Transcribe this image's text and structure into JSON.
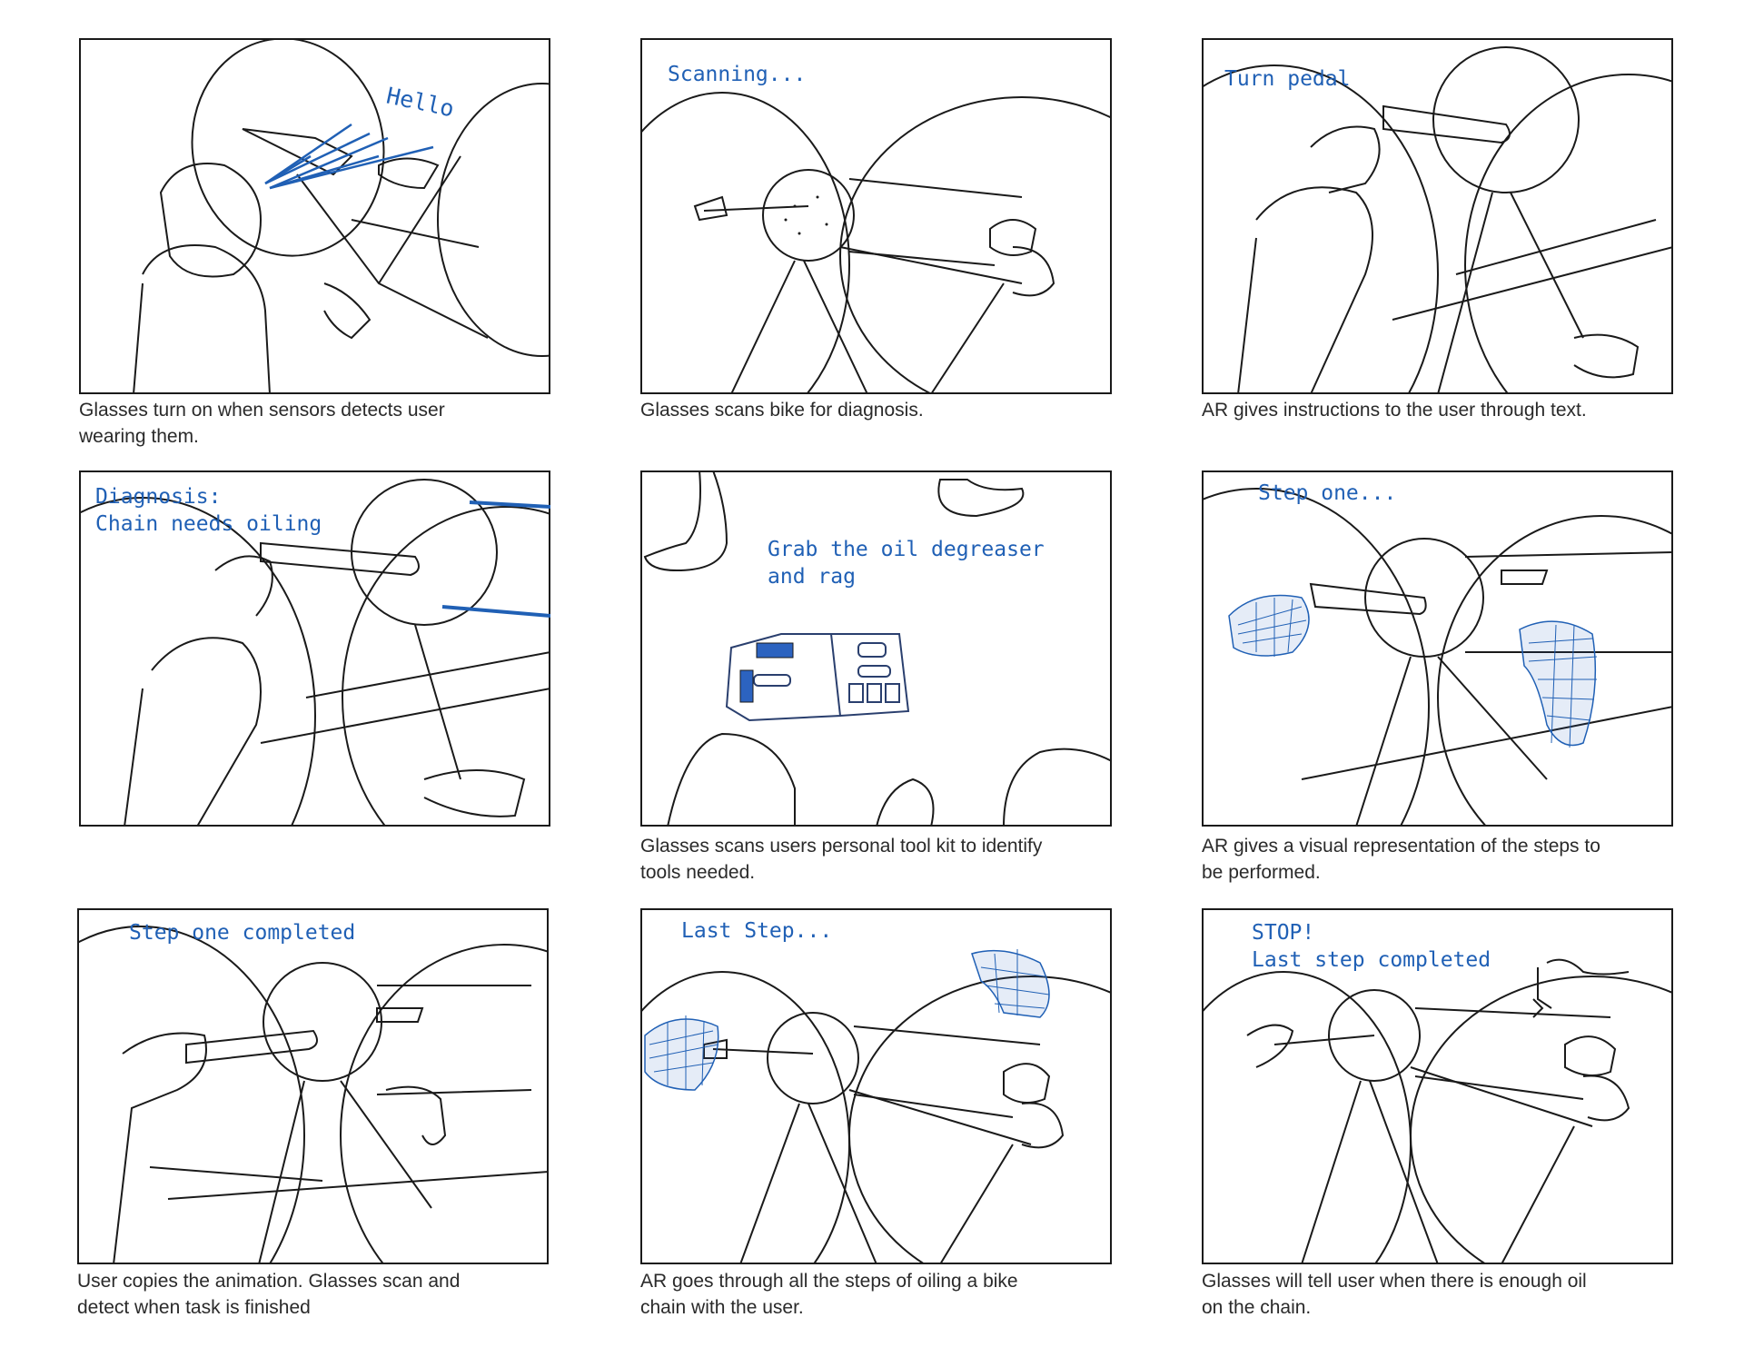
{
  "panels": [
    {
      "ar_text": [
        "Hello"
      ],
      "caption": [
        "Glasses turn on when sensors detects user",
        "wearing them."
      ]
    },
    {
      "ar_text": [
        "Scanning..."
      ],
      "caption": [
        "Glasses scans bike for diagnosis."
      ]
    },
    {
      "ar_text": [
        "Turn pedal"
      ],
      "caption": [
        "AR gives instructions to the user through text."
      ]
    },
    {
      "ar_text": [
        "Diagnosis:",
        "Chain needs oiling"
      ],
      "caption": []
    },
    {
      "ar_text": [
        "Grab the oil degreaser",
        "and rag"
      ],
      "caption": [
        "Glasses scans users personal tool kit to identify",
        "tools needed."
      ]
    },
    {
      "ar_text": [
        "Step one..."
      ],
      "caption": [
        "AR gives a visual representation of the steps to",
        "be performed."
      ]
    },
    {
      "ar_text": [
        "Step one completed"
      ],
      "caption": [
        "User copies the animation. Glasses scan and",
        "detect when task is finished"
      ]
    },
    {
      "ar_text": [
        "Last Step..."
      ],
      "caption": [
        "AR goes through all the steps of oiling a bike",
        "chain with the user."
      ]
    },
    {
      "ar_text": [
        "STOP!",
        "Last step completed"
      ],
      "caption": [
        "Glasses will tell user when there is enough oil",
        "on the chain."
      ]
    }
  ],
  "colors": {
    "ar_blue": "#2060b5",
    "line": "#1a1a1a",
    "caption_text": "#2a2a2a"
  }
}
